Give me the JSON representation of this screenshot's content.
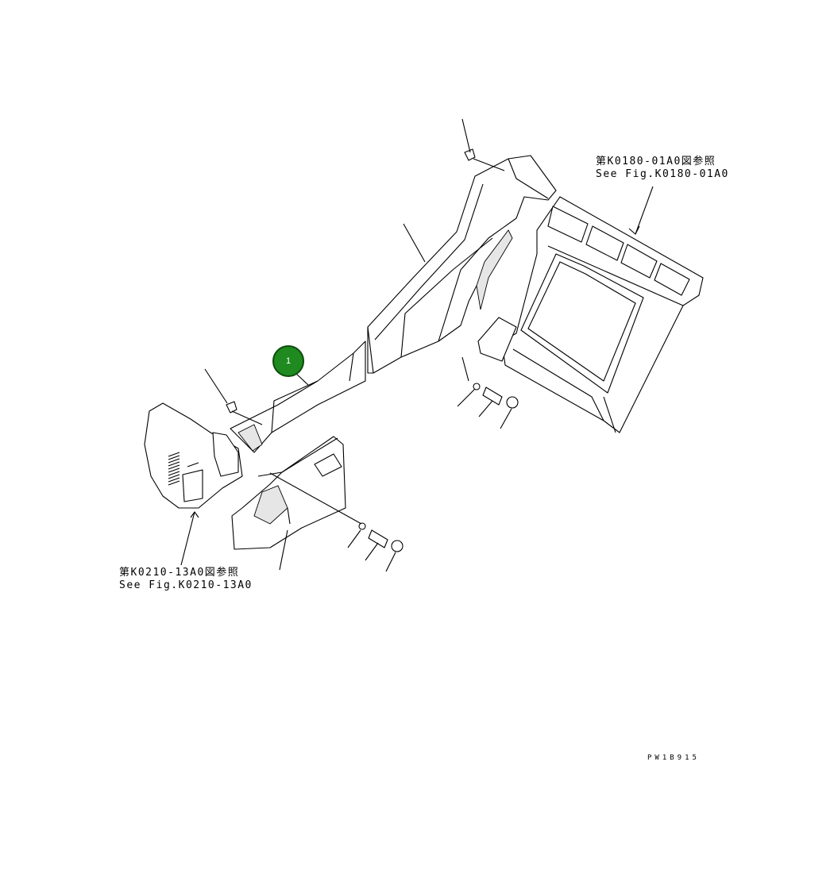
{
  "references": {
    "upper_right": {
      "jp": "第K0180-01A0図参照",
      "en": "See Fig.K0180-01A0"
    },
    "lower_left": {
      "jp": "第K0210-13A0図参照",
      "en": "See Fig.K0210-13A0"
    }
  },
  "callout": {
    "number": "1",
    "color": "#1f8a1f"
  },
  "drawing_code": "PW1B915"
}
